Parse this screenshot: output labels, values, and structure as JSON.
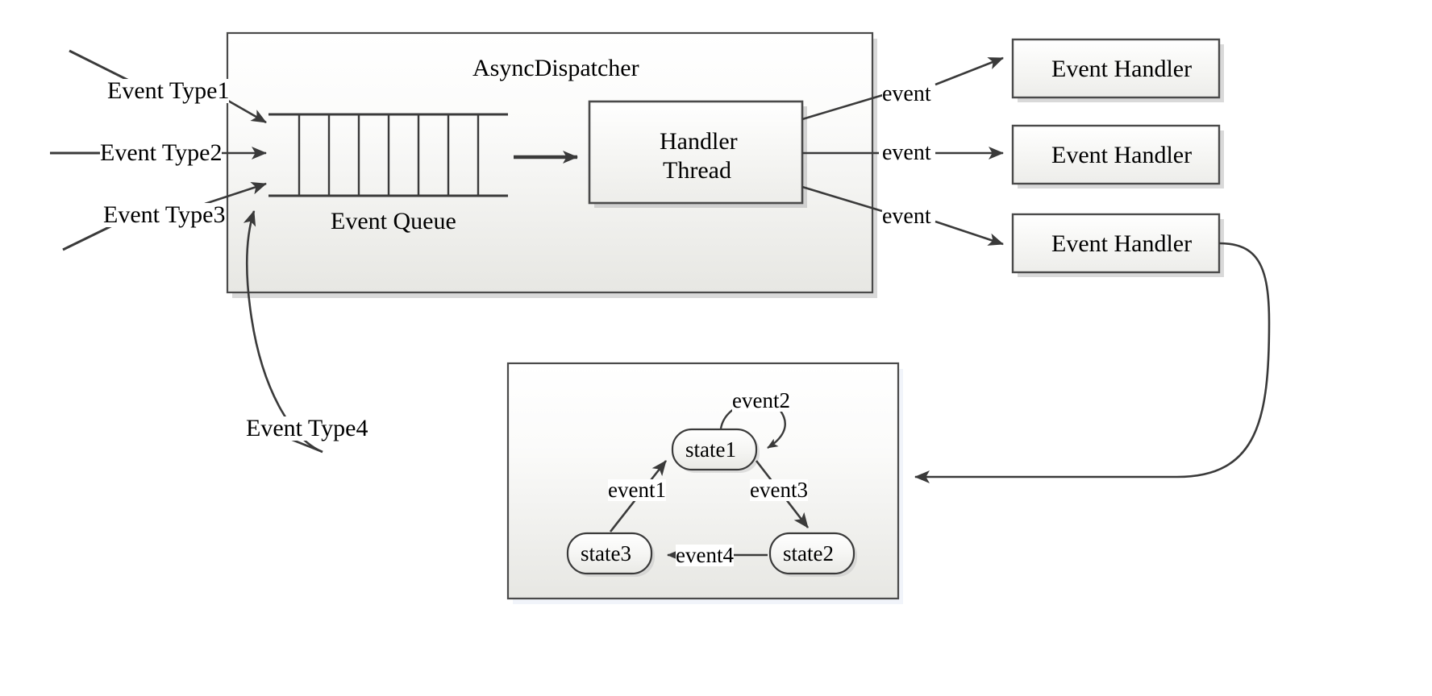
{
  "diagram": {
    "title": "AsyncDispatcher event dispatch diagram",
    "colors": {
      "stroke": "#3a3a3a",
      "box_border": "#555555",
      "box_fill_top": "#fdfdfd",
      "box_fill_bottom": "#e8e8e4",
      "shadow": "#b9b9b9",
      "text": "#000000",
      "canvas": "#ffffff"
    }
  },
  "dispatcher": {
    "title": "AsyncDispatcher",
    "queue_label": "Event Queue",
    "queue_cells": 7,
    "handler_thread": {
      "line1": "Handler",
      "line2": "Thread"
    }
  },
  "inputs": [
    {
      "label": "Event Type1"
    },
    {
      "label": "Event Type2"
    },
    {
      "label": "Event Type3"
    },
    {
      "label": "Event Type4"
    }
  ],
  "event_edges": [
    {
      "label": "event"
    },
    {
      "label": "event"
    },
    {
      "label": "event"
    }
  ],
  "handlers": [
    {
      "label": "Event Handler"
    },
    {
      "label": "Event Handler"
    },
    {
      "label": "Event Handler"
    }
  ],
  "state_machine": {
    "states": [
      {
        "id": "state1",
        "label": "state1"
      },
      {
        "id": "state2",
        "label": "state2"
      },
      {
        "id": "state3",
        "label": "state3"
      }
    ],
    "transitions": [
      {
        "label": "event1",
        "from": "state3",
        "to": "state1"
      },
      {
        "label": "event2",
        "from": "state1",
        "to": "state1"
      },
      {
        "label": "event3",
        "from": "state1",
        "to": "state2"
      },
      {
        "label": "event4",
        "from": "state2",
        "to": "state3"
      }
    ]
  }
}
